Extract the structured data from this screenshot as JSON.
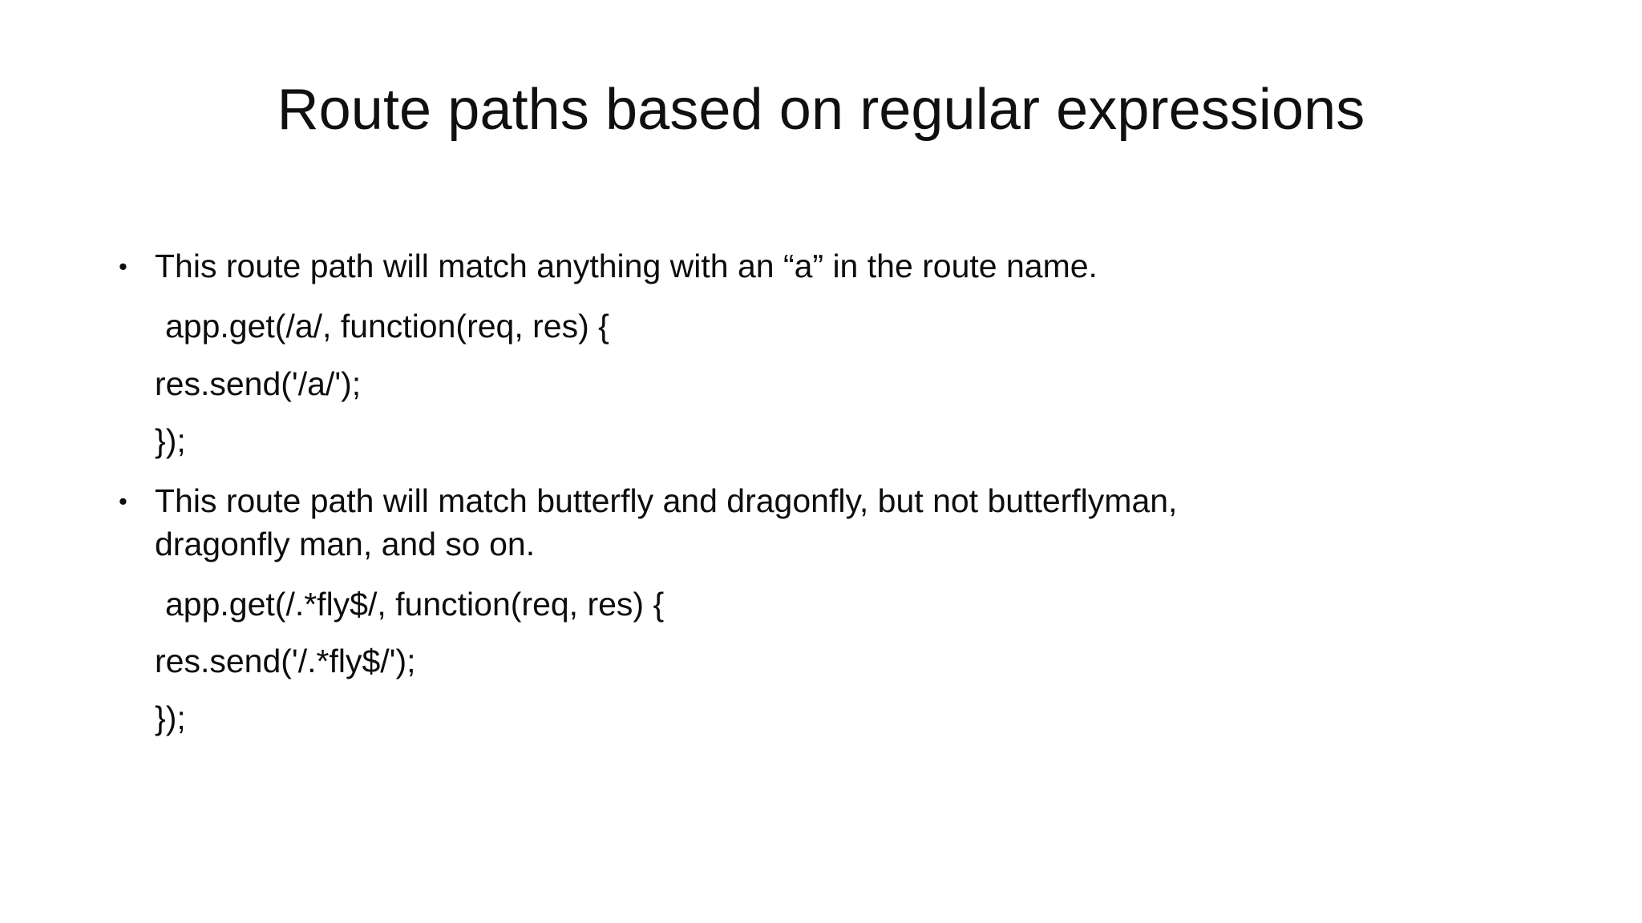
{
  "slide": {
    "title": "Route paths based on regular expressions",
    "background_color": "#ffffff",
    "text_color": "#0d0d0d",
    "bullet_glyph": "•",
    "blocks": [
      {
        "bullet": "This route path will match anything with an “a” in the route name.",
        "code": [
          "app.get(/a/, function(req, res) {",
          "res.send('/a/');",
          "});"
        ]
      },
      {
        "bullet": "This route path will match butterfly and dragonfly, but not butterflyman, dragonfly man, and so on.",
        "code": [
          "app.get(/.*fly$/, function(req, res) {",
          "res.send('/.*fly$/');",
          "});"
        ]
      }
    ]
  }
}
